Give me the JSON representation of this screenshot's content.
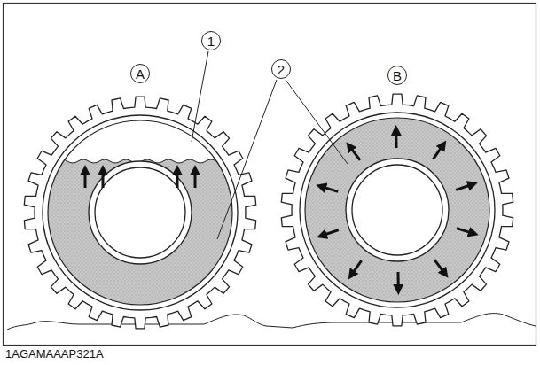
{
  "diagram": {
    "labels": [
      "A",
      "B",
      "1",
      "2",
      "1AGAMAAAP321A"
    ]
  }
}
